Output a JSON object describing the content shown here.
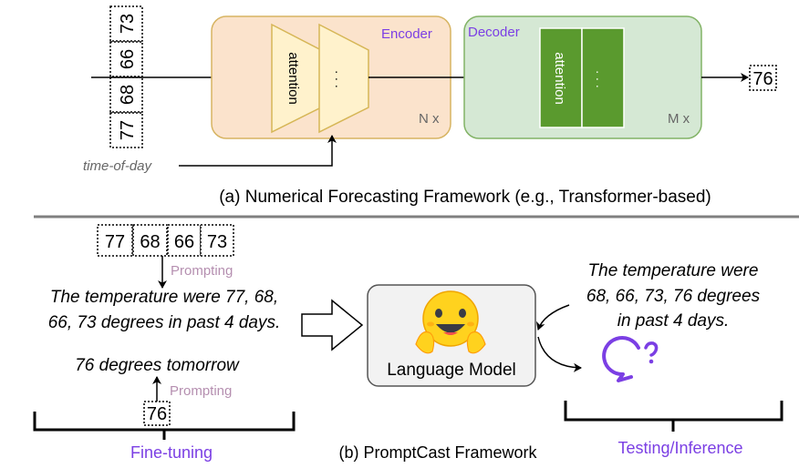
{
  "top": {
    "input_sequence": [
      "73",
      "66",
      "68",
      "77"
    ],
    "encoder_label": "Encoder",
    "decoder_label": "Decoder",
    "attention_label": "attention",
    "ellipsis": ". . .",
    "encoder_repeat": "N x",
    "decoder_repeat": "M x",
    "side_input": "time-of-day",
    "output_value": "76",
    "caption": "(a) Numerical Forecasting Framework (e.g., Transformer-based)"
  },
  "bottom": {
    "input_sequence": [
      "77",
      "68",
      "66",
      "73"
    ],
    "prompting_label_top": "Prompting",
    "prompting_label_bottom": "Prompting",
    "prompt_line1": "The temperature were 77, 68,",
    "prompt_line2": "66, 73 degrees in past 4 days.",
    "answer_text": "76 degrees tomorrow",
    "target_value": "76",
    "model_label": "Language Model",
    "model_icon": "hugging-face-emoji",
    "output_line1": "The temperature were",
    "output_line2": "68, 66, 73, 76 degrees",
    "output_line3": "in past 4 days.",
    "inference_icon": "chat-question-icon",
    "fine_tuning_label": "Fine-tuning",
    "testing_label": "Testing/Inference",
    "caption": "(b) PromptCast Framework"
  },
  "colors": {
    "encoder_fill": "#fbe3cc",
    "encoder_stroke": "#d7b462",
    "decoder_fill": "#d5e8d4",
    "decoder_stroke": "#82b366",
    "attention_fill": "#fff2cc",
    "attention_stroke": "#d6b656",
    "decoder_block": "#5a9a2e",
    "accent_purple": "#7b3fe4",
    "prompting_pink": "#b58fb0",
    "side_input_gray": "#666666"
  }
}
